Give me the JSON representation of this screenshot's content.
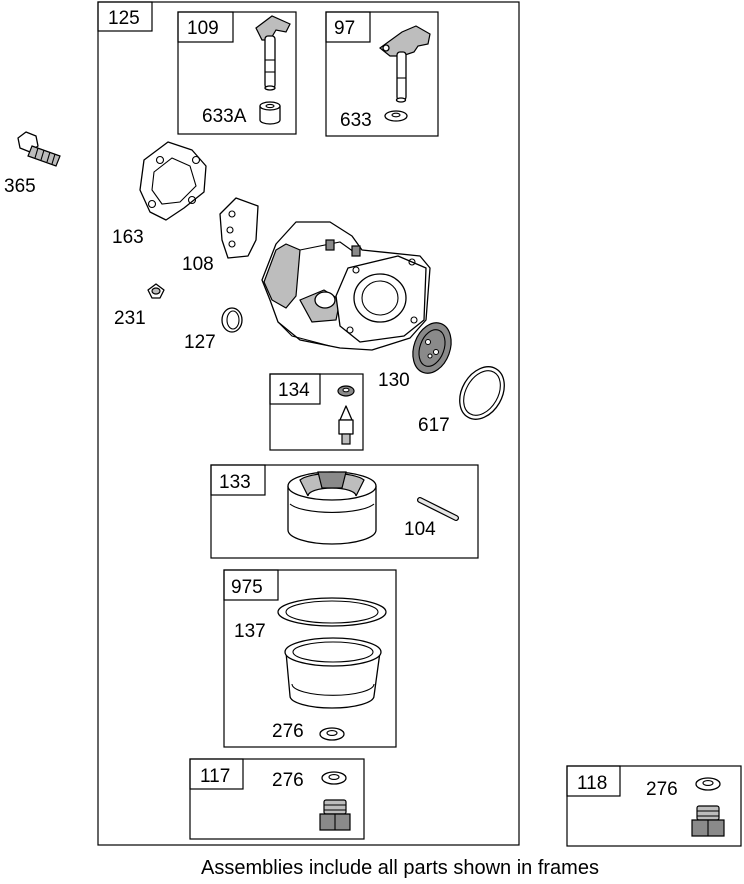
{
  "caption": "Assemblies include all parts shown in frames",
  "frames": {
    "f125": "125",
    "f109": "109",
    "f97": "97",
    "f134": "134",
    "f133": "133",
    "f975": "975",
    "f117": "117",
    "f118": "118"
  },
  "parts": {
    "p633A": "633A",
    "p633": "633",
    "p365": "365",
    "p163": "163",
    "p108": "108",
    "p231": "231",
    "p127": "127",
    "p130": "130",
    "p617": "617",
    "p104": "104",
    "p137": "137",
    "p276a": "276",
    "p276b": "276",
    "p276c": "276"
  }
}
